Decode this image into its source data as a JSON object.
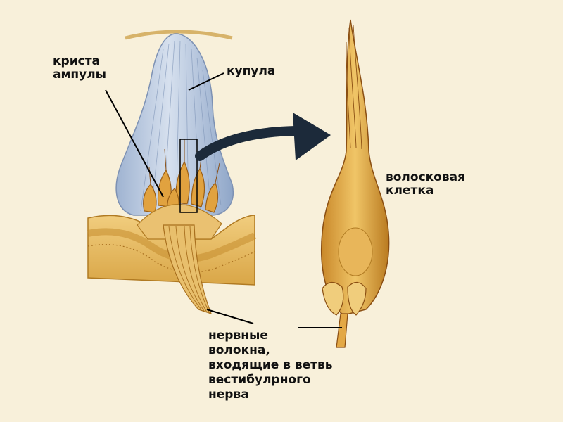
{
  "labels": {
    "crista": [
      "криста",
      "ампулы"
    ],
    "cupula": "купула",
    "hair_cell": [
      "волосковая",
      "клетка"
    ],
    "nerve_fibers": [
      "нервные",
      "волокна,",
      "входящие в ветвь",
      "вестибулрного",
      "нерва"
    ]
  },
  "colors": {
    "background": "#f8f0da",
    "cupula": "#aebfd8",
    "tissue": "#e0b25a",
    "tissue_dark": "#b07a22",
    "hair_cell": "#d9a23e",
    "arrow": "#1c2a3a",
    "line": "#000000"
  }
}
